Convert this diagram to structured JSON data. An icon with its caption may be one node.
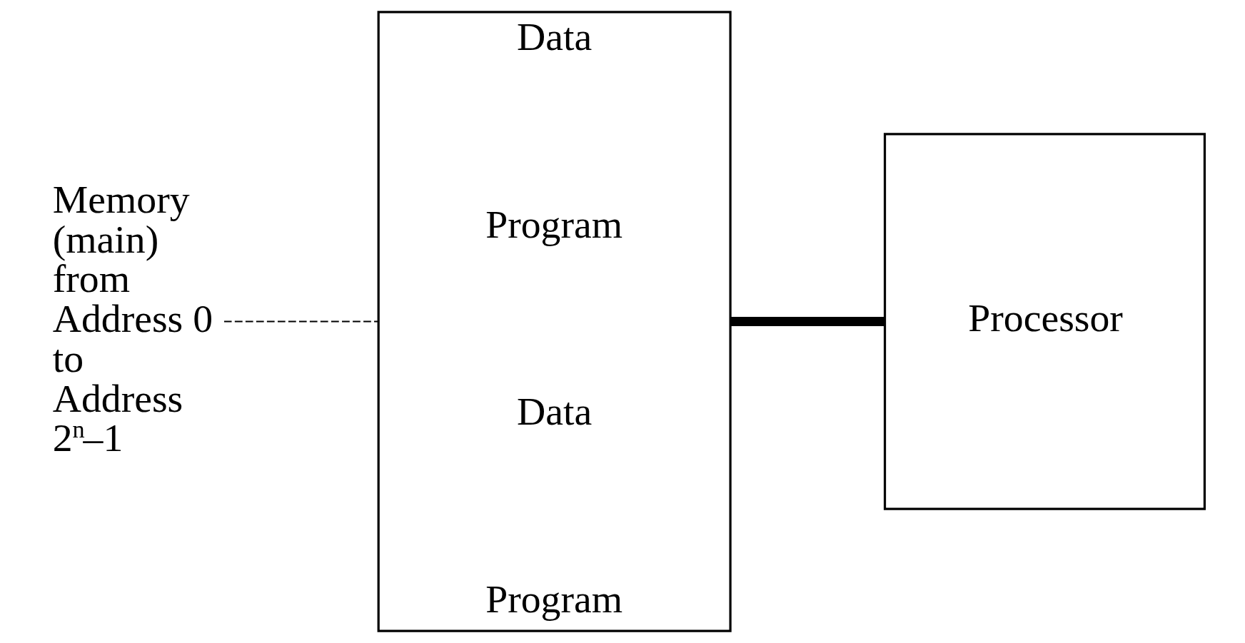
{
  "diagram": {
    "nodes": [
      {
        "text": [
          "Memory (main) from Address 0 to Address 2$^{n}$–1"
        ]
      },
      {
        "text": [
          "Data",
          "Program",
          "Data",
          "Program"
        ]
      },
      {
        "text": [
          "Processor"
        ]
      }
    ],
    "edges": [
      {
        "from": 0,
        "to": 1,
        "arrow": "none",
        "style": "dashed"
      },
      {
        "from": 1,
        "to": 2,
        "arrow": "none",
        "style": "thick"
      }
    ]
  }
}
